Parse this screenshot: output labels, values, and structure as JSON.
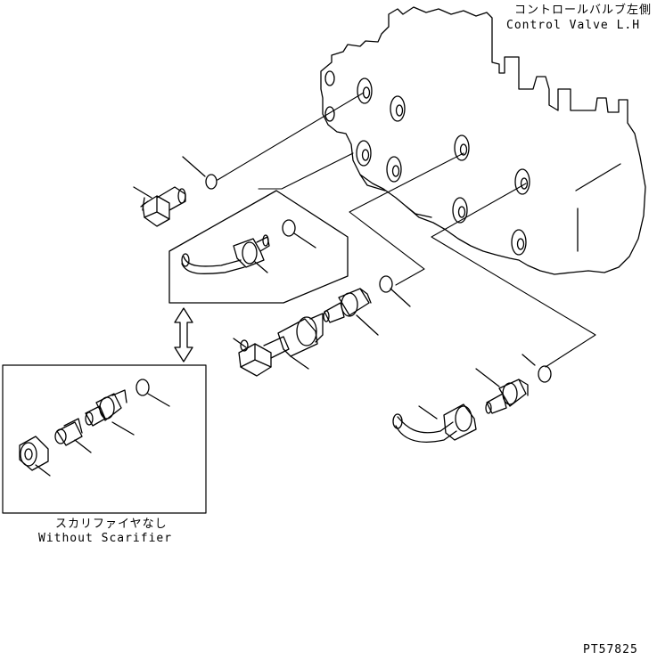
{
  "labels": {
    "control_valve_jp": "コントロールバルブ左側",
    "control_valve_en": "Control Valve L.H",
    "without_scarifier_jp": "スカリファイヤなし",
    "without_scarifier_en": "Without Scarifier",
    "figure_id": "PT57825"
  },
  "colors": {
    "line": "#000000",
    "background": "#ffffff"
  }
}
